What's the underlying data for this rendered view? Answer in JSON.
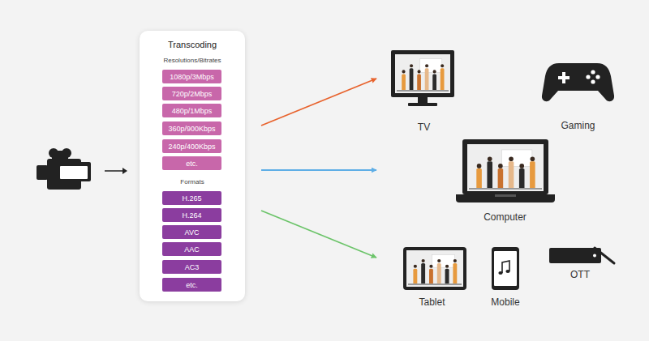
{
  "diagram": {
    "nodes": [
      {
        "text": [
          "Transcoding",
          "Resolutions/Bitrates",
          "Formats"
        ]
      },
      {
        "text": [
          "1080p/3Mbps"
        ],
        "in": 0
      },
      {
        "text": [
          "720p/2Mbps"
        ],
        "in": 0
      },
      {
        "text": [
          "480p/1Mbps"
        ],
        "in": 0
      },
      {
        "text": [
          "360p/900Kbps"
        ],
        "in": 0
      },
      {
        "text": [
          "240p/400Kbps"
        ],
        "in": 0
      },
      {
        "text": [
          "etc."
        ],
        "in": 0
      },
      {
        "text": [
          "H.265"
        ],
        "in": 0
      },
      {
        "text": [
          "H.264"
        ],
        "in": 0
      },
      {
        "text": [
          "AVC"
        ],
        "in": 0
      },
      {
        "text": [
          "AAC"
        ],
        "in": 0
      },
      {
        "text": [
          "AC3"
        ],
        "in": 0
      },
      {
        "text": [
          "etc."
        ],
        "in": 0
      },
      {
        "text": [
          "TV"
        ]
      },
      {
        "text": [
          "Gaming"
        ]
      },
      {
        "text": [
          "Computer"
        ]
      },
      {
        "text": [
          "Tablet"
        ]
      },
      {
        "text": [
          "Mobile"
        ]
      },
      {
        "text": [
          "OTT"
        ]
      }
    ],
    "edges": [
      {
        "from": 0,
        "to": 13,
        "arrow": "to"
      },
      {
        "from": 0,
        "to": 15,
        "arrow": "to"
      },
      {
        "from": 0,
        "to": 16,
        "arrow": "to"
      }
    ]
  }
}
